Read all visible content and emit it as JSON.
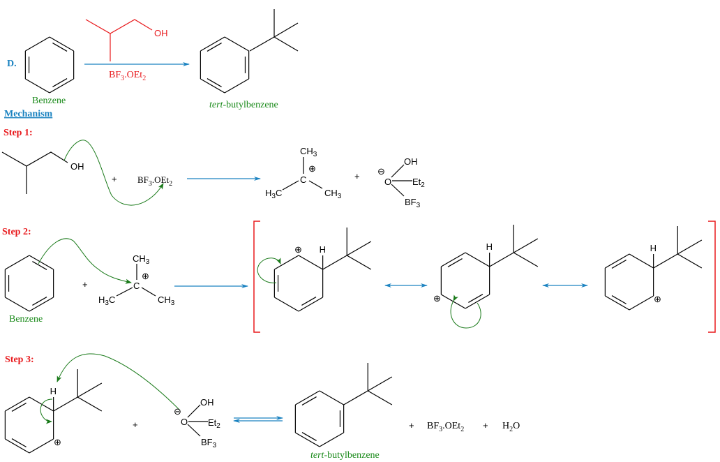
{
  "part_label": "D.",
  "reagent": {
    "parts": [
      "BF",
      "3",
      ".OEt",
      "2"
    ],
    "alcohol_oh": "OH"
  },
  "labels": {
    "benzene": "Benzene",
    "product_italic": "tert",
    "product_rest": "-butylbenzene",
    "mechanism": "Mechanism",
    "step1": "Step 1:",
    "step2": "Step 2:",
    "step3": "Step 3:"
  },
  "atoms": {
    "OH": "OH",
    "CH": "CH",
    "H3C_H": "H",
    "C_end": "C",
    "three": "3",
    "C": "C",
    "H": "H",
    "O": "O",
    "Et": "Et",
    "two": "2",
    "BF": "BF",
    "plus_charge": "⊕",
    "minus_charge": "⊖",
    "H2O_H": "H",
    "H2O_O": "O"
  },
  "plus": "+",
  "colors": {
    "arrow": "#1a82c0",
    "curved_arrow": "#1a7a1a",
    "bracket": "#e8191c",
    "step_label": "#e8191c",
    "name_label": "#1a8a1a"
  }
}
